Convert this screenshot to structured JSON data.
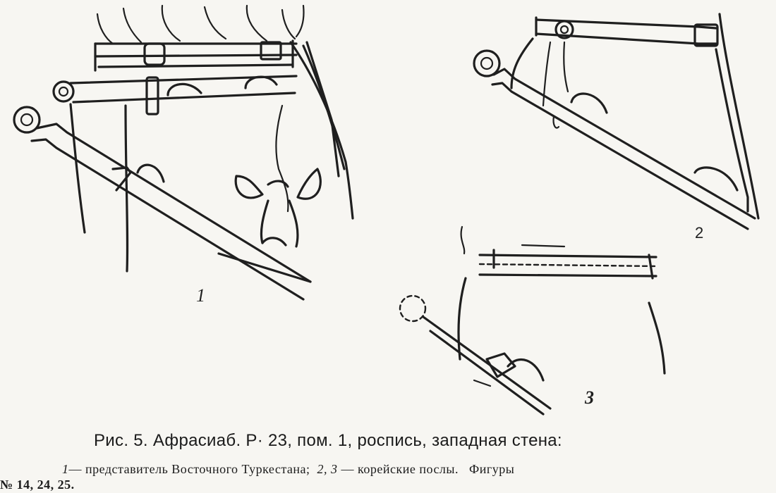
{
  "figure": {
    "panel_labels": [
      "1",
      "2",
      "3"
    ]
  },
  "caption": {
    "main": "Рис. 5. Афрасиаб. Р· 23, пом. 1, роспись,  западная стена:",
    "desc_1_num": "1",
    "desc_1_text": "— представитель  Восточного  Туркестана;",
    "desc_2_num": "2, 3",
    "desc_2_text": "— корейские  послы.",
    "desc_tail": "Фигуры",
    "figures_line": "№ 14, 24, 25."
  }
}
